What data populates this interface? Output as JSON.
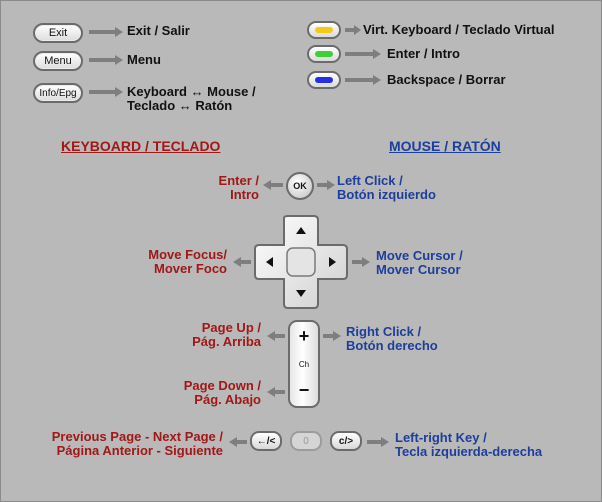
{
  "legend": {
    "exit": {
      "button": "Exit",
      "label": "Exit / Salir"
    },
    "menu": {
      "button": "Menu",
      "label": "Menu"
    },
    "info": {
      "button": "Info/Epg",
      "label_line1": "Keyboard ↔ Mouse /",
      "label_line2": "Teclado ↔ Ratón"
    },
    "yellow": {
      "color": "#f3c91a",
      "label": "Virt. Keyboard / Teclado Virtual"
    },
    "green": {
      "color": "#3fcf3a",
      "label": "Enter / Intro"
    },
    "blue": {
      "color": "#2430e6",
      "label": "Backspace / Borrar"
    }
  },
  "headings": {
    "keyboard": "KEYBOARD / TECLADO",
    "mouse": "MOUSE / RATÓN"
  },
  "ok": {
    "button": "OK",
    "kb_line1": "Enter /",
    "kb_line2": "Intro",
    "mouse_line1": "Left Click /",
    "mouse_line2": "Botón izquierdo"
  },
  "dpad": {
    "kb_line1": "Move Focus/",
    "kb_line2": "Mover Foco",
    "mouse_line1": "Move Cursor /",
    "mouse_line2": "Mover Cursor"
  },
  "channel": {
    "plus": "+",
    "minus": "−",
    "middle": "Ch",
    "up_line1": "Page Up /",
    "up_line2": "Pág. Arriba",
    "down_line1": "Page Down /",
    "down_line2": "Pág. Abajo",
    "mouse_line1": "Right Click /",
    "mouse_line2": "Botón derecho"
  },
  "bottom": {
    "left_button": "←/<",
    "zero_button": "0",
    "right_button": "c/>",
    "kb_line1": "Previous Page - Next Page /",
    "kb_line2": "Página Anterior - Siguiente",
    "mouse_line1": "Left-right Key /",
    "mouse_line2": "Tecla izquierda-derecha"
  }
}
